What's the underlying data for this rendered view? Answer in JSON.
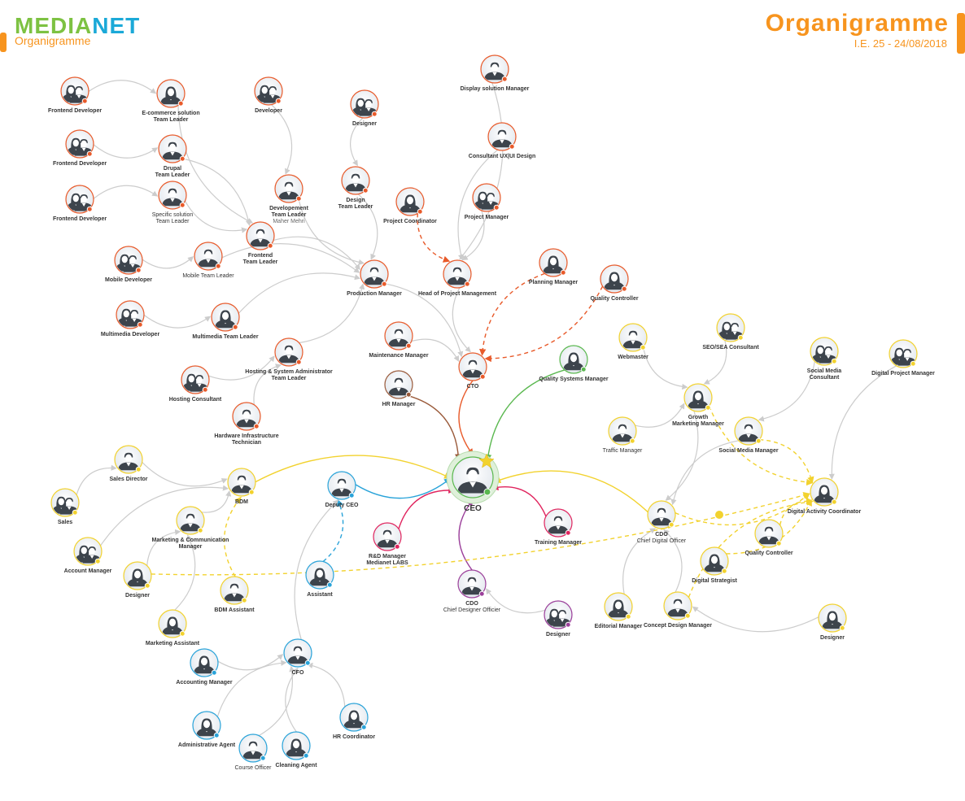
{
  "header": {
    "brand_part1": "MEDIA",
    "brand_part2": "NET",
    "brand_subtitle": "Organigramme",
    "doc_title": "Organigramme",
    "doc_ref": "I.E. 25 - 24/08/2018",
    "brand_color_1": "#7dc242",
    "brand_color_2": "#1ba9d8",
    "accent_color": "#f7941e"
  },
  "colors": {
    "orange": "#e85a2a",
    "yellow": "#f2d22e",
    "green": "#5ab84f",
    "blue": "#29a3d9",
    "purple": "#9b3f9a",
    "magenta": "#e0245e",
    "brown": "#9a5a3a",
    "grey": "#cccccc"
  },
  "nodes": [
    {
      "id": "frontend-dev-1",
      "label": "Frontend Developer",
      "gender": "group",
      "dot": "orange"
    },
    {
      "id": "ecom-lead",
      "label": "E-commerce solution",
      "label2": "Team Leader",
      "gender": "f",
      "dot": "orange"
    },
    {
      "id": "developer",
      "label": "Developer",
      "gender": "group",
      "dot": "orange"
    },
    {
      "id": "designer-top",
      "label": "Designer",
      "gender": "group",
      "dot": "orange"
    },
    {
      "id": "display-manager",
      "label": "Display solution Manager",
      "gender": "m",
      "dot": "orange"
    },
    {
      "id": "frontend-dev-2",
      "label": "Frontend Developer",
      "gender": "group",
      "dot": "orange"
    },
    {
      "id": "drupal-lead",
      "label": "Drupal",
      "label2": "Team Leader",
      "gender": "m",
      "dot": "orange"
    },
    {
      "id": "consultant-ux",
      "label": "Consultant UX|UI Design",
      "gender": "m",
      "dot": "orange"
    },
    {
      "id": "frontend-dev-3",
      "label": "Frontend Developer",
      "gender": "group",
      "dot": "orange"
    },
    {
      "id": "specific-lead",
      "label": "Specific solution",
      "label2": "Team Leader",
      "gender": "m",
      "dot": "orange",
      "light": true
    },
    {
      "id": "dev-lead",
      "label": "Developement",
      "label2": "Team Leader",
      "label3": "Maher Mehri",
      "gender": "m",
      "dot": "orange"
    },
    {
      "id": "design-lead",
      "label": "Design",
      "label2": "Team Leader",
      "gender": "m",
      "dot": "orange"
    },
    {
      "id": "project-coord",
      "label": "Project Coordinator",
      "gender": "f",
      "dot": "orange"
    },
    {
      "id": "project-manager",
      "label": "Project Manager",
      "gender": "group",
      "dot": "orange"
    },
    {
      "id": "frontend-lead",
      "label": "Frontend",
      "label2": "Team Leader",
      "gender": "m",
      "dot": "orange"
    },
    {
      "id": "mobile-dev",
      "label": "Mobile Developer",
      "gender": "group",
      "dot": "orange"
    },
    {
      "id": "mobile-lead",
      "label": "Mobile Team Leader",
      "gender": "m",
      "dot": "orange",
      "light": true
    },
    {
      "id": "production-manager",
      "label": "Production Manager",
      "gender": "m",
      "dot": "orange"
    },
    {
      "id": "head-pm",
      "label": "Head of Project Management",
      "gender": "m",
      "dot": "orange"
    },
    {
      "id": "planning-manager",
      "label": "Planning Manager",
      "gender": "f",
      "dot": "orange"
    },
    {
      "id": "quality-controller-top",
      "label": "Quality Controller",
      "gender": "f",
      "dot": "orange"
    },
    {
      "id": "multimedia-dev",
      "label": "Multimedia Developer",
      "gender": "group",
      "dot": "orange"
    },
    {
      "id": "multimedia-lead",
      "label": "Multimedia Team Leader",
      "gender": "f",
      "dot": "orange"
    },
    {
      "id": "maintenance-manager",
      "label": "Maintenance Manager",
      "gender": "m",
      "dot": "orange"
    },
    {
      "id": "hosting-lead",
      "label": "Hosting & System Administrator",
      "label2": "Team Leader",
      "gender": "m",
      "dot": "orange"
    },
    {
      "id": "hosting-consultant",
      "label": "Hosting Consultant",
      "gender": "group",
      "dot": "orange"
    },
    {
      "id": "cto",
      "label": "CTO",
      "gender": "m",
      "dot": "orange"
    },
    {
      "id": "hr-manager",
      "label": "HR Manager",
      "gender": "m",
      "dot": "brown"
    },
    {
      "id": "quality-systems",
      "label": "Quality Systems Manager",
      "gender": "f",
      "dot": "green"
    },
    {
      "id": "hardware-tech",
      "label": "Hardware Infrastructure",
      "label2": "Technician",
      "gender": "m",
      "dot": "orange"
    },
    {
      "id": "webmaster",
      "label": "Webmaster",
      "gender": "m",
      "dot": "yellow"
    },
    {
      "id": "seo-consultant",
      "label": "SEO/SEA Consultant",
      "gender": "group",
      "dot": "yellow"
    },
    {
      "id": "social-consultant",
      "label": "Social Media",
      "label2": "Consultant",
      "gender": "group",
      "dot": "yellow"
    },
    {
      "id": "digital-pm",
      "label": "Digital Project Manager",
      "gender": "group",
      "dot": "yellow"
    },
    {
      "id": "growth-manager",
      "label": "Growth",
      "label2": "Marketing Manager",
      "gender": "f",
      "dot": "yellow"
    },
    {
      "id": "traffic-manager",
      "label": "Traffic Manager",
      "gender": "m",
      "dot": "yellow",
      "light": true
    },
    {
      "id": "social-manager",
      "label": "Social Media Manager",
      "gender": "m",
      "dot": "yellow"
    },
    {
      "id": "sales-director",
      "label": "Sales Director",
      "gender": "m",
      "dot": "yellow"
    },
    {
      "id": "bdm",
      "label": "BDM",
      "gender": "m",
      "dot": "yellow"
    },
    {
      "id": "deputy-ceo",
      "label": "Deputy CEO",
      "gender": "m",
      "dot": "blue"
    },
    {
      "id": "ceo",
      "label": "CEO",
      "gender": "m",
      "dot": "green",
      "big": true
    },
    {
      "id": "digital-activity",
      "label": "Digital Activity Coordinator",
      "gender": "f",
      "dot": "yellow"
    },
    {
      "id": "sales",
      "label": "Sales",
      "gender": "group",
      "dot": "yellow"
    },
    {
      "id": "marcom-manager",
      "label": "Marketing & Communication",
      "label2": "Manager",
      "gender": "m",
      "dot": "yellow"
    },
    {
      "id": "training-manager",
      "label": "Training Manager",
      "gender": "m",
      "dot": "magenta"
    },
    {
      "id": "cdo-digital",
      "label": "CDO",
      "label2": "Chief Digital Officer",
      "gender": "m",
      "dot": "yellow"
    },
    {
      "id": "rd-manager",
      "label": "R&D Manager",
      "label2": "Medianet LABS",
      "gender": "m",
      "dot": "magenta"
    },
    {
      "id": "quality-controller-right",
      "label": "Quality Controller",
      "gender": "m",
      "dot": "yellow"
    },
    {
      "id": "account-manager",
      "label": "Account Manager",
      "gender": "group",
      "dot": "yellow"
    },
    {
      "id": "designer-left",
      "label": "Designer",
      "gender": "f",
      "dot": "yellow"
    },
    {
      "id": "bdm-assistant",
      "label": "BDM Assistant",
      "gender": "m",
      "dot": "yellow"
    },
    {
      "id": "assistant",
      "label": "Assistant",
      "gender": "f",
      "dot": "blue"
    },
    {
      "id": "digital-strategist",
      "label": "Digital Strategist",
      "gender": "f",
      "dot": "yellow"
    },
    {
      "id": "cdo-designer",
      "label": "CDO",
      "label2": "Chief Designer Officier",
      "gender": "m",
      "dot": "purple"
    },
    {
      "id": "designer-cdo",
      "label": "Designer",
      "gender": "group",
      "dot": "purple"
    },
    {
      "id": "editorial-manager",
      "label": "Editorial Manager",
      "gender": "f",
      "dot": "yellow"
    },
    {
      "id": "concept-manager",
      "label": "Concept Design Manager",
      "gender": "m",
      "dot": "yellow"
    },
    {
      "id": "designer-right",
      "label": "Designer",
      "gender": "f",
      "dot": "yellow"
    },
    {
      "id": "marketing-assistant",
      "label": "Marketing Assistant",
      "gender": "f",
      "dot": "yellow"
    },
    {
      "id": "accounting-manager",
      "label": "Accounting Manager",
      "gender": "f",
      "dot": "blue"
    },
    {
      "id": "cfo",
      "label": "CFO",
      "gender": "m",
      "dot": "blue"
    },
    {
      "id": "hr-coordinator",
      "label": "HR Coordinator",
      "gender": "f",
      "dot": "blue"
    },
    {
      "id": "admin-agent",
      "label": "Administrative Agent",
      "gender": "f",
      "dot": "blue"
    },
    {
      "id": "course-officer",
      "label": "Course Officer",
      "gender": "m",
      "dot": "blue",
      "light": true
    },
    {
      "id": "cleaning-agent",
      "label": "Cleaning Agent",
      "gender": "f",
      "dot": "blue"
    }
  ],
  "edges": [
    {
      "from": "frontend-dev-1",
      "to": "ecom-lead",
      "color": "grey"
    },
    {
      "from": "frontend-dev-2",
      "to": "drupal-lead",
      "color": "grey"
    },
    {
      "from": "frontend-dev-3",
      "to": "specific-lead",
      "color": "grey"
    },
    {
      "from": "ecom-lead",
      "to": "frontend-lead",
      "color": "grey"
    },
    {
      "from": "drupal-lead",
      "to": "frontend-lead",
      "color": "grey"
    },
    {
      "from": "specific-lead",
      "to": "frontend-lead",
      "color": "grey"
    },
    {
      "from": "developer",
      "to": "dev-lead",
      "color": "grey"
    },
    {
      "from": "dev-lead",
      "to": "production-manager",
      "color": "grey"
    },
    {
      "from": "frontend-lead",
      "to": "production-manager",
      "color": "grey"
    },
    {
      "from": "designer-top",
      "to": "design-lead",
      "color": "grey"
    },
    {
      "from": "design-lead",
      "to": "production-manager",
      "color": "grey"
    },
    {
      "from": "mobile-dev",
      "to": "mobile-lead",
      "color": "grey"
    },
    {
      "from": "mobile-lead",
      "to": "production-manager",
      "color": "grey"
    },
    {
      "from": "multimedia-dev",
      "to": "multimedia-lead",
      "color": "grey"
    },
    {
      "from": "multimedia-lead",
      "to": "production-manager",
      "color": "grey"
    },
    {
      "from": "hosting-consultant",
      "to": "hosting-lead",
      "color": "grey"
    },
    {
      "from": "hardware-tech",
      "to": "hosting-lead",
      "color": "grey"
    },
    {
      "from": "hosting-lead",
      "to": "production-manager",
      "color": "grey"
    },
    {
      "from": "display-manager",
      "to": "head-pm",
      "color": "grey"
    },
    {
      "from": "consultant-ux",
      "to": "head-pm",
      "color": "grey"
    },
    {
      "from": "project-manager",
      "to": "head-pm",
      "color": "grey"
    },
    {
      "from": "project-coord",
      "to": "head-pm",
      "color": "orange",
      "dashed": true
    },
    {
      "from": "production-manager",
      "to": "cto",
      "color": "grey"
    },
    {
      "from": "head-pm",
      "to": "cto",
      "color": "grey"
    },
    {
      "from": "maintenance-manager",
      "to": "cto",
      "color": "grey"
    },
    {
      "from": "planning-manager",
      "to": "cto",
      "color": "orange",
      "dashed": true
    },
    {
      "from": "quality-controller-top",
      "to": "cto",
      "color": "orange",
      "dashed": true
    },
    {
      "from": "cto",
      "to": "ceo",
      "color": "orange"
    },
    {
      "from": "hr-manager",
      "to": "ceo",
      "color": "brown"
    },
    {
      "from": "quality-systems",
      "to": "ceo",
      "color": "green"
    },
    {
      "from": "bdm",
      "to": "ceo",
      "color": "yellow"
    },
    {
      "from": "deputy-ceo",
      "to": "ceo",
      "color": "blue"
    },
    {
      "from": "rd-manager",
      "to": "ceo",
      "color": "magenta"
    },
    {
      "from": "training-manager",
      "to": "ceo",
      "color": "magenta"
    },
    {
      "from": "cdo-designer",
      "to": "ceo",
      "color": "purple"
    },
    {
      "from": "cdo-digital",
      "to": "ceo",
      "color": "yellow"
    },
    {
      "from": "sales",
      "to": "sales-director",
      "color": "grey"
    },
    {
      "from": "sales-director",
      "to": "bdm",
      "color": "grey"
    },
    {
      "from": "account-manager",
      "to": "bdm",
      "color": "grey"
    },
    {
      "from": "marcom-manager",
      "to": "bdm",
      "color": "grey"
    },
    {
      "from": "designer-left",
      "to": "marcom-manager",
      "color": "grey"
    },
    {
      "from": "marketing-assistant",
      "to": "marcom-manager",
      "color": "grey"
    },
    {
      "from": "bdm-assistant",
      "to": "bdm",
      "color": "yellow",
      "dashed": true
    },
    {
      "from": "assistant",
      "to": "deputy-ceo",
      "color": "blue",
      "dashed": true
    },
    {
      "from": "cfo",
      "to": "deputy-ceo",
      "color": "grey"
    },
    {
      "from": "accounting-manager",
      "to": "cfo",
      "color": "grey"
    },
    {
      "from": "admin-agent",
      "to": "cfo",
      "color": "grey"
    },
    {
      "from": "course-officer",
      "to": "cfo",
      "color": "grey"
    },
    {
      "from": "cleaning-agent",
      "to": "cfo",
      "color": "grey"
    },
    {
      "from": "hr-coordinator",
      "to": "cfo",
      "color": "grey"
    },
    {
      "from": "designer-cdo",
      "to": "cdo-designer",
      "color": "grey"
    },
    {
      "from": "webmaster",
      "to": "growth-manager",
      "color": "grey"
    },
    {
      "from": "seo-consultant",
      "to": "growth-manager",
      "color": "grey"
    },
    {
      "from": "traffic-manager",
      "to": "growth-manager",
      "color": "grey"
    },
    {
      "from": "growth-manager",
      "to": "cdo-digital",
      "color": "grey"
    },
    {
      "from": "social-manager",
      "to": "cdo-digital",
      "color": "grey"
    },
    {
      "from": "social-consultant",
      "to": "social-manager",
      "color": "grey"
    },
    {
      "from": "digital-pm",
      "to": "digital-activity",
      "color": "grey"
    },
    {
      "from": "editorial-manager",
      "to": "cdo-digital",
      "color": "grey"
    },
    {
      "from": "concept-manager",
      "to": "cdo-digital",
      "color": "grey"
    },
    {
      "from": "designer-right",
      "to": "concept-manager",
      "color": "grey"
    },
    {
      "from": "growth-manager",
      "to": "digital-activity",
      "color": "yellow",
      "dashed": true
    },
    {
      "from": "social-manager",
      "to": "digital-activity",
      "color": "yellow",
      "dashed": true
    },
    {
      "from": "cdo-digital",
      "to": "digital-activity",
      "color": "yellow",
      "dashed": true
    },
    {
      "from": "quality-controller-right",
      "to": "digital-activity",
      "color": "yellow",
      "dashed": true
    },
    {
      "from": "digital-strategist",
      "to": "digital-activity",
      "color": "yellow",
      "dashed": true
    },
    {
      "from": "concept-manager",
      "to": "digital-activity",
      "color": "yellow",
      "dashed": true
    },
    {
      "from": "designer-left",
      "to": "digital-activity",
      "color": "yellow",
      "dashed": true
    }
  ]
}
